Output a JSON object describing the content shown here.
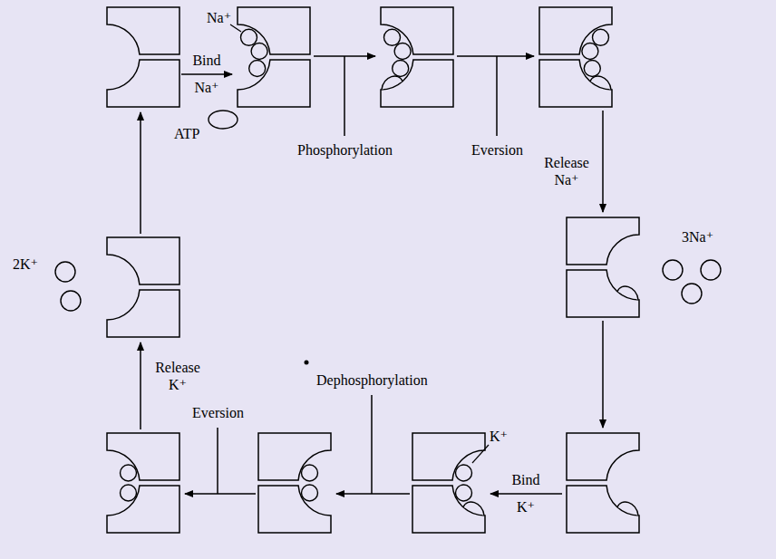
{
  "diagram": {
    "labels": [
      "Na⁺",
      "Bind Na⁺",
      "ATP",
      "Phosphorylation",
      "Eversion",
      "Release Na⁺",
      "3Na⁺",
      "K⁺",
      "Bind K⁺",
      "Dephosphorylation",
      "Eversion",
      "Release K⁺",
      "2K⁺"
    ]
  }
}
